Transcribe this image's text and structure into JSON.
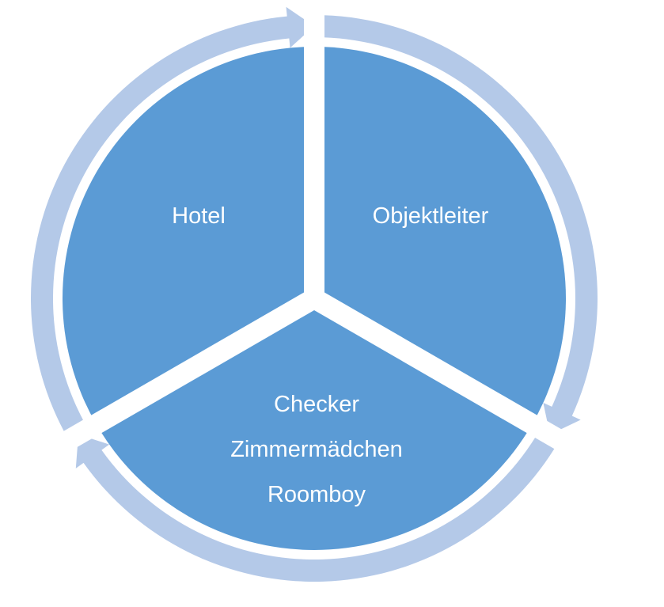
{
  "diagram": {
    "type": "segmented-cycle",
    "colors": {
      "segment": "#5b9bd5",
      "arrow": "#b4c9e8",
      "background": "#ffffff",
      "text": "#ffffff"
    },
    "segments": [
      {
        "id": "hotel",
        "lines": [
          "Hotel"
        ]
      },
      {
        "id": "objektleiter",
        "lines": [
          "Objektleiter"
        ]
      },
      {
        "id": "team",
        "lines": [
          "Checker",
          "Zimmermädchen",
          "Roomboy"
        ]
      }
    ],
    "arrows": [
      {
        "from": "hotel",
        "to": "objektleiter",
        "direction": "clockwise"
      },
      {
        "from": "objektleiter",
        "to": "team",
        "direction": "clockwise"
      },
      {
        "from": "team",
        "to": "hotel",
        "direction": "clockwise"
      }
    ]
  }
}
